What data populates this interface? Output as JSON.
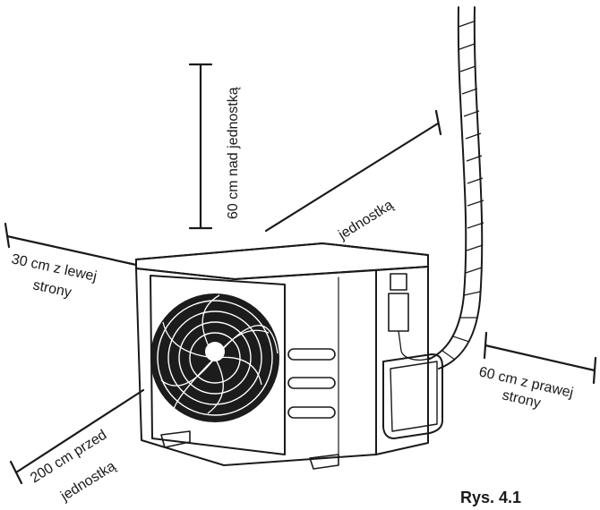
{
  "labels": {
    "above": "60 cm nad jednostką",
    "behind": "jednostką",
    "left_line1": "30 cm z lewej",
    "left_line2": "strony",
    "right_line1": "60 cm z prawej",
    "right_line2": "strony",
    "front_line1": "200 cm przed",
    "front_line2": "jednostką"
  },
  "caption": "Rys. 4.1"
}
